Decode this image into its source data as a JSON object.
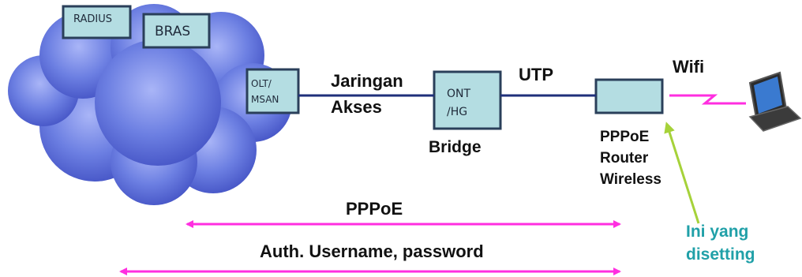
{
  "nodes": {
    "radius": "RADIUS",
    "bras": "BRAS",
    "olt_msan": [
      "OLT/",
      "MSAN"
    ],
    "ont_hg": [
      "ONT",
      "/HG"
    ],
    "router_caption": [
      "PPPoE",
      "Router",
      "Wireless"
    ]
  },
  "links": {
    "access_network": [
      "Jaringan",
      "Akses"
    ],
    "utp": "UTP",
    "wifi": "Wifi",
    "bridge": "Bridge"
  },
  "spans": {
    "pppoe": "PPPoE",
    "auth": "Auth. Username, password"
  },
  "callout": [
    "Ini yang",
    "disetting"
  ],
  "colors": {
    "cloud": "#5b6fd6",
    "box_fill": "#b4dde2",
    "line": "#1f2f7a",
    "magenta": "#ff2ee0",
    "callout_text": "#20a0a8",
    "callout_arrow": "#a6d23a"
  },
  "icons": {
    "laptop": "laptop-icon"
  }
}
